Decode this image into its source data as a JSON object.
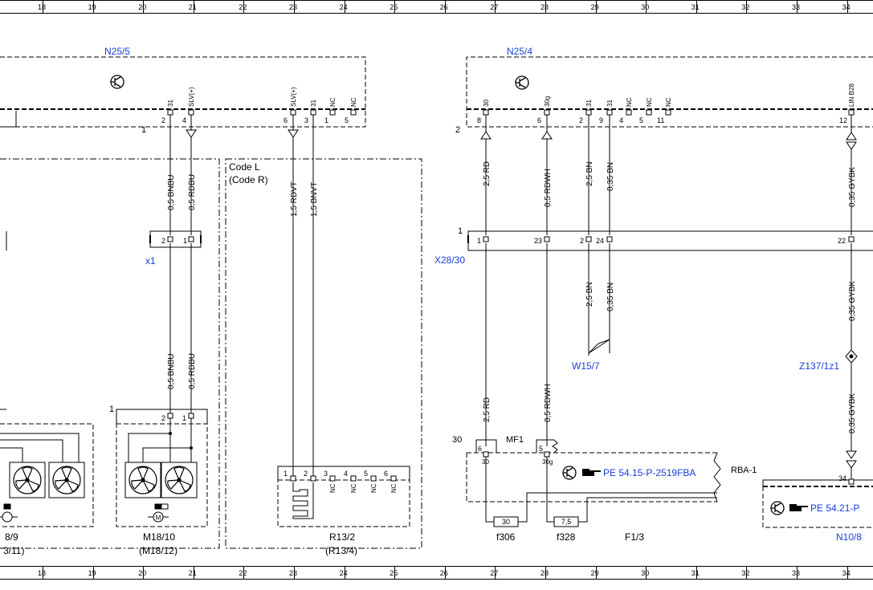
{
  "ruler": {
    "columns": [
      "18",
      "19",
      "20",
      "21",
      "22",
      "23",
      "24",
      "25",
      "26",
      "27",
      "28",
      "29",
      "30",
      "31",
      "32",
      "33",
      "34"
    ]
  },
  "components": {
    "n25_5": "N25/5",
    "n25_4": "N25/4",
    "code_l": "Code L",
    "code_r": "(Code R)",
    "x1": "x1",
    "x28_30": "X28/30",
    "w15_7": "W15/7",
    "z137": "Z137/1z1",
    "m18_9": "8/9",
    "m18_11": "3/11)",
    "m18_10": "M18/10",
    "m18_12": "(M18/12)",
    "r13_2": "R13/2",
    "r13_4": "(R13/4)",
    "f1_3": "F1/3",
    "f306": "f306",
    "f328": "f328",
    "mf1": "MF1",
    "rba1": "RBA-1",
    "n10": "N10/8",
    "pe1": "PE 54.15-P-2519FBA",
    "pe2": "PE 54.21-P"
  },
  "connector_numbers": {
    "n25_5": "1",
    "n25_4": "2",
    "x28_30": "1",
    "m18_10": "1",
    "f1_3": "30"
  },
  "pins": {
    "n25_5": [
      {
        "label": "31",
        "num": "2"
      },
      {
        "label": "SLV(+)",
        "num": "4"
      },
      {
        "label": "SLV(+)",
        "num": "6"
      },
      {
        "label": "31",
        "num": "3"
      },
      {
        "label": "NC",
        "num": "1"
      },
      {
        "label": "NC",
        "num": "5"
      }
    ],
    "n25_4": [
      {
        "label": "30",
        "num": "8"
      },
      {
        "label": "30g",
        "num": "6"
      },
      {
        "label": "31",
        "num": "2"
      },
      {
        "label": "31",
        "num": "9"
      },
      {
        "label": "NC",
        "num": "4"
      },
      {
        "label": "NC",
        "num": "5"
      },
      {
        "label": "NC",
        "num": "11"
      },
      {
        "label": "LIN B28",
        "num": "12"
      }
    ],
    "x1": [
      "2",
      "1"
    ],
    "x28_30": [
      "1",
      "23",
      "2",
      "24",
      "22"
    ],
    "m18_10": [
      "2",
      "1"
    ],
    "r13_2": [
      {
        "num": "1",
        "label": ""
      },
      {
        "num": "2",
        "label": ""
      },
      {
        "num": "3",
        "label": "NC"
      },
      {
        "num": "4",
        "label": "NC"
      },
      {
        "num": "5",
        "label": "NC"
      },
      {
        "num": "6",
        "label": "NC"
      }
    ],
    "f1_3": [
      {
        "num": "6",
        "label": "30"
      },
      {
        "num": "5",
        "label": "30g"
      }
    ],
    "n10": "34",
    "fuse_f306": "30",
    "fuse_f328": "7,5"
  },
  "wires": {
    "w_2_bnbu": "0,5 BNBU",
    "w_4_rdbu": "0,5 RDBU",
    "w_6_rdvt": "1,5 RDVT",
    "w_3_bnvt": "1,5 BNVT",
    "w_8_rd": "2,5 RD",
    "w_6_rdwh": "0,5 RDWH",
    "w_2_bn": "2,5 BN",
    "w_9_bn": "0,35 BN",
    "w_12_gybk": "0,35 GYBK"
  },
  "colors": {
    "line": "#000000",
    "label_blue": "#1a3fd6"
  }
}
